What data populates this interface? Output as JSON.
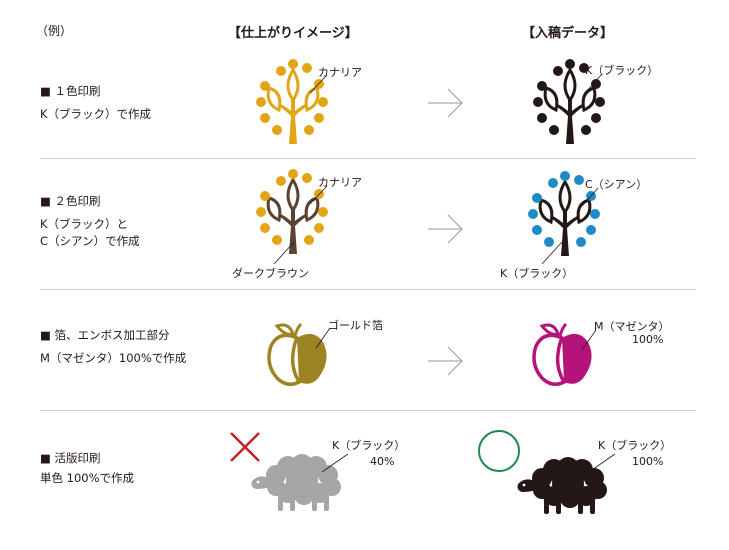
{
  "header": {
    "example": "（例）",
    "finished_image": "【仕上がりイメージ】",
    "input_data": "【入稿データ】"
  },
  "rows": [
    {
      "title": "■ １色印刷",
      "desc": [
        "K（ブラック）で作成"
      ],
      "left_labels": [
        "カナリア"
      ],
      "right_labels": [
        "K（ブラック）"
      ]
    },
    {
      "title": "■ ２色印刷",
      "desc": [
        "K（ブラック）と",
        "C（シアン）で作成"
      ],
      "left_labels": [
        "カナリア",
        "ダークブラウン"
      ],
      "right_labels": [
        "C（シアン）",
        "K（ブラック）"
      ]
    },
    {
      "title": "■ 箔、エンボス加工部分",
      "desc": [
        "M（マゼンタ）100%で作成"
      ],
      "left_labels": [
        "ゴールド箔"
      ],
      "right_labels": [
        "M（マゼンタ）",
        "100%"
      ]
    },
    {
      "title": "■ 活版印刷",
      "desc": [
        "単色 100%で作成"
      ],
      "left_labels": [
        "K（ブラック）",
        "40%"
      ],
      "right_labels": [
        "K（ブラック）",
        "100%"
      ]
    }
  ],
  "colors": {
    "canary": "#E2A516",
    "dark_brown": "#5A4330",
    "black": "#231815",
    "cyan": "#1E8AC8",
    "magenta": "#B5137A",
    "gold": "#9E8322",
    "gray": "#A6A6A6",
    "ng_red": "#C42027",
    "ok_green": "#1F8A4C",
    "arrow": "#9a9a9a"
  },
  "icons": [
    "tree-icon",
    "apple-icon",
    "sheep-icon",
    "arrow-right-icon",
    "cross-mark-icon",
    "circle-mark-icon"
  ]
}
